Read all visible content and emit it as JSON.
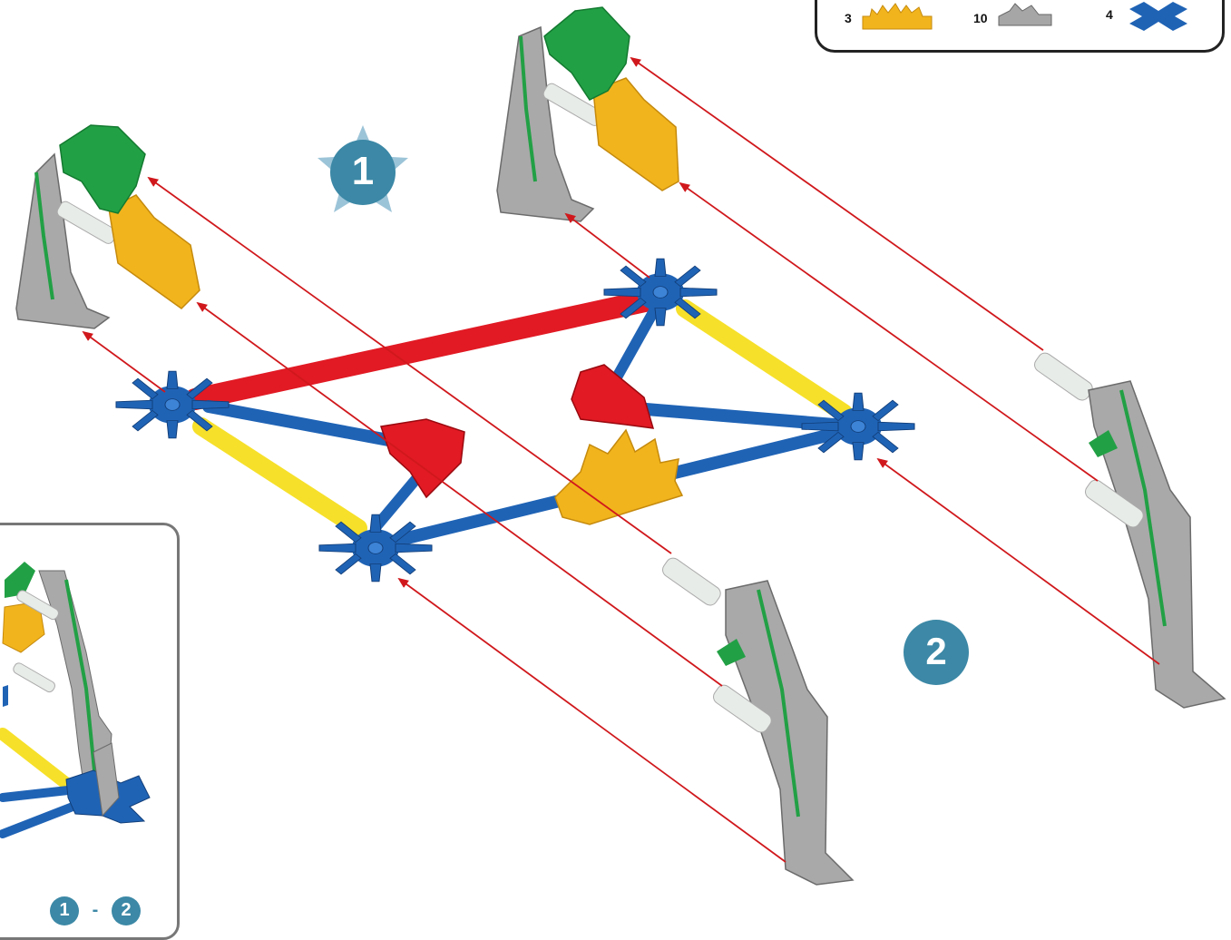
{
  "parts": [
    {
      "qty": "3",
      "name": "yellow-gear-piece"
    },
    {
      "qty": "10",
      "name": "gray-connector-piece"
    },
    {
      "qty": "4",
      "name": "blue-snowflake-connector"
    }
  ],
  "steps": {
    "step1": "1",
    "step2": "2",
    "inset_from": "1",
    "inset_dash": "-",
    "inset_to": "2"
  },
  "colors": {
    "red": "#e11a24",
    "blue": "#1f63b5",
    "yellow": "#f6e02a",
    "green": "#22a045",
    "orange": "#f2b41c",
    "gray": "#9c9c9c",
    "white": "#e8ece8",
    "badge": "#3c88a6",
    "arrow": "#d0181c"
  }
}
